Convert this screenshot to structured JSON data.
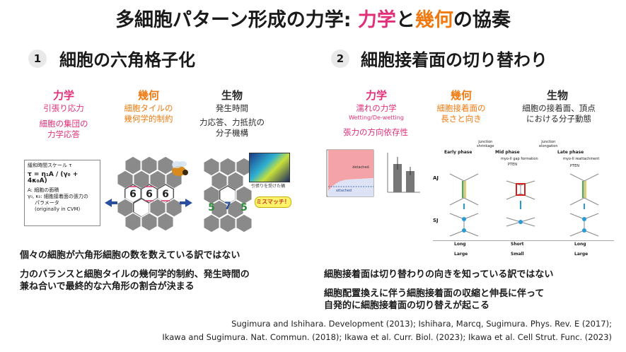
{
  "title": {
    "main": "多細胞パターン形成の力学: ",
    "mechanics": "力学",
    "and": "と",
    "geometry": "幾何",
    "tail": "の協奏"
  },
  "section1": {
    "num": "1",
    "heading": "細胞の六角格子化",
    "col_mech": "力学",
    "col_geo": "幾何",
    "col_bio": "生物",
    "mech_sub1": "引張り応力",
    "mech_sub2": "細胞の集団の\n力学応答",
    "geo_sub": "細胞タイルの\n幾何学的制約",
    "bio_sub1": "発生時間",
    "bio_sub2": "力応答、力抵抗の\n分子機構",
    "formula": {
      "l1": "緩和時間スケール τ",
      "l2": "τ = η₁A / (γ₀ + 4κ₀A)",
      "l3": "A: 細胞の面積",
      "l4": "γ₀, κ₀: 細胞接着面の張力の",
      "l5": "パラメータ",
      "l6": "(originally in CVM)"
    },
    "hex_left_nums": [
      "6",
      "6",
      "6"
    ],
    "hex_right_nums": [
      "5",
      "7",
      "5"
    ],
    "mismatch": "ミスマッチ！",
    "pulled_cells": "引張りを受けた蛹",
    "text1": "個々の細胞が六角形細胞の数を数えている訳ではない",
    "text2": "力のバランスと細胞タイルの幾何学的制約、発生時間の\n兼ね合いで最終的な六角形の割合が決まる"
  },
  "section2": {
    "num": "2",
    "heading": "細胞接着面の切り替わり",
    "col_mech": "力学",
    "col_geo": "幾何",
    "col_bio": "生物",
    "mech_sub": "濡れの力学",
    "mech_sub_en": "Wetting/De-wetting",
    "mech_sub2": "張力の方向依存性",
    "geo_sub": "細胞接着面の\n長さと向き",
    "bio_sub": "細胞の接着面、頂点\nにおける分子動態",
    "phase_plot": {
      "region_detached": "detached",
      "region_attached": "attached"
    },
    "phases": {
      "early": "Early phase",
      "mid": "Mid phase",
      "late": "Late phase",
      "junction_shrinkage": "Junction\nshrinkage",
      "junction_elongation": "Junction\nelongation",
      "myo_gap": "myo-II gap formation",
      "myo_reattach": "myo-II reattachment",
      "aj": "AJ",
      "sj": "SJ",
      "pten1": "PTEN",
      "pten2": "PTEN",
      "row1": [
        "Long",
        "Short",
        "Long"
      ],
      "row2": [
        "Large",
        "Small",
        "Large"
      ]
    },
    "text1": "細胞接着面は切り替わりの向きを知っている訳ではない",
    "text2": "細胞配置換えに伴う細胞接着面の収縮と伸長に伴って\n自発的に細胞接着面の切り替えが起こる"
  },
  "refs": {
    "line1": "Sugimura and Ishihara. Development (2013); Ishihara, Marcq, Sugimura. Phys. Rev. E (2017);",
    "line2": "Ikawa and Sugimura. Nat. Commun. (2018); Ikawa et al. Curr. Biol. (2023); Ikawa et al. Cell Strut. Func. (2023)"
  },
  "colors": {
    "mechanics": "#e0307a",
    "geometry": "#f07a10",
    "arrow_blue": "#2a4fa0",
    "hex_gray": "#8a8a8a",
    "hex_green": "#2e8b3c"
  }
}
